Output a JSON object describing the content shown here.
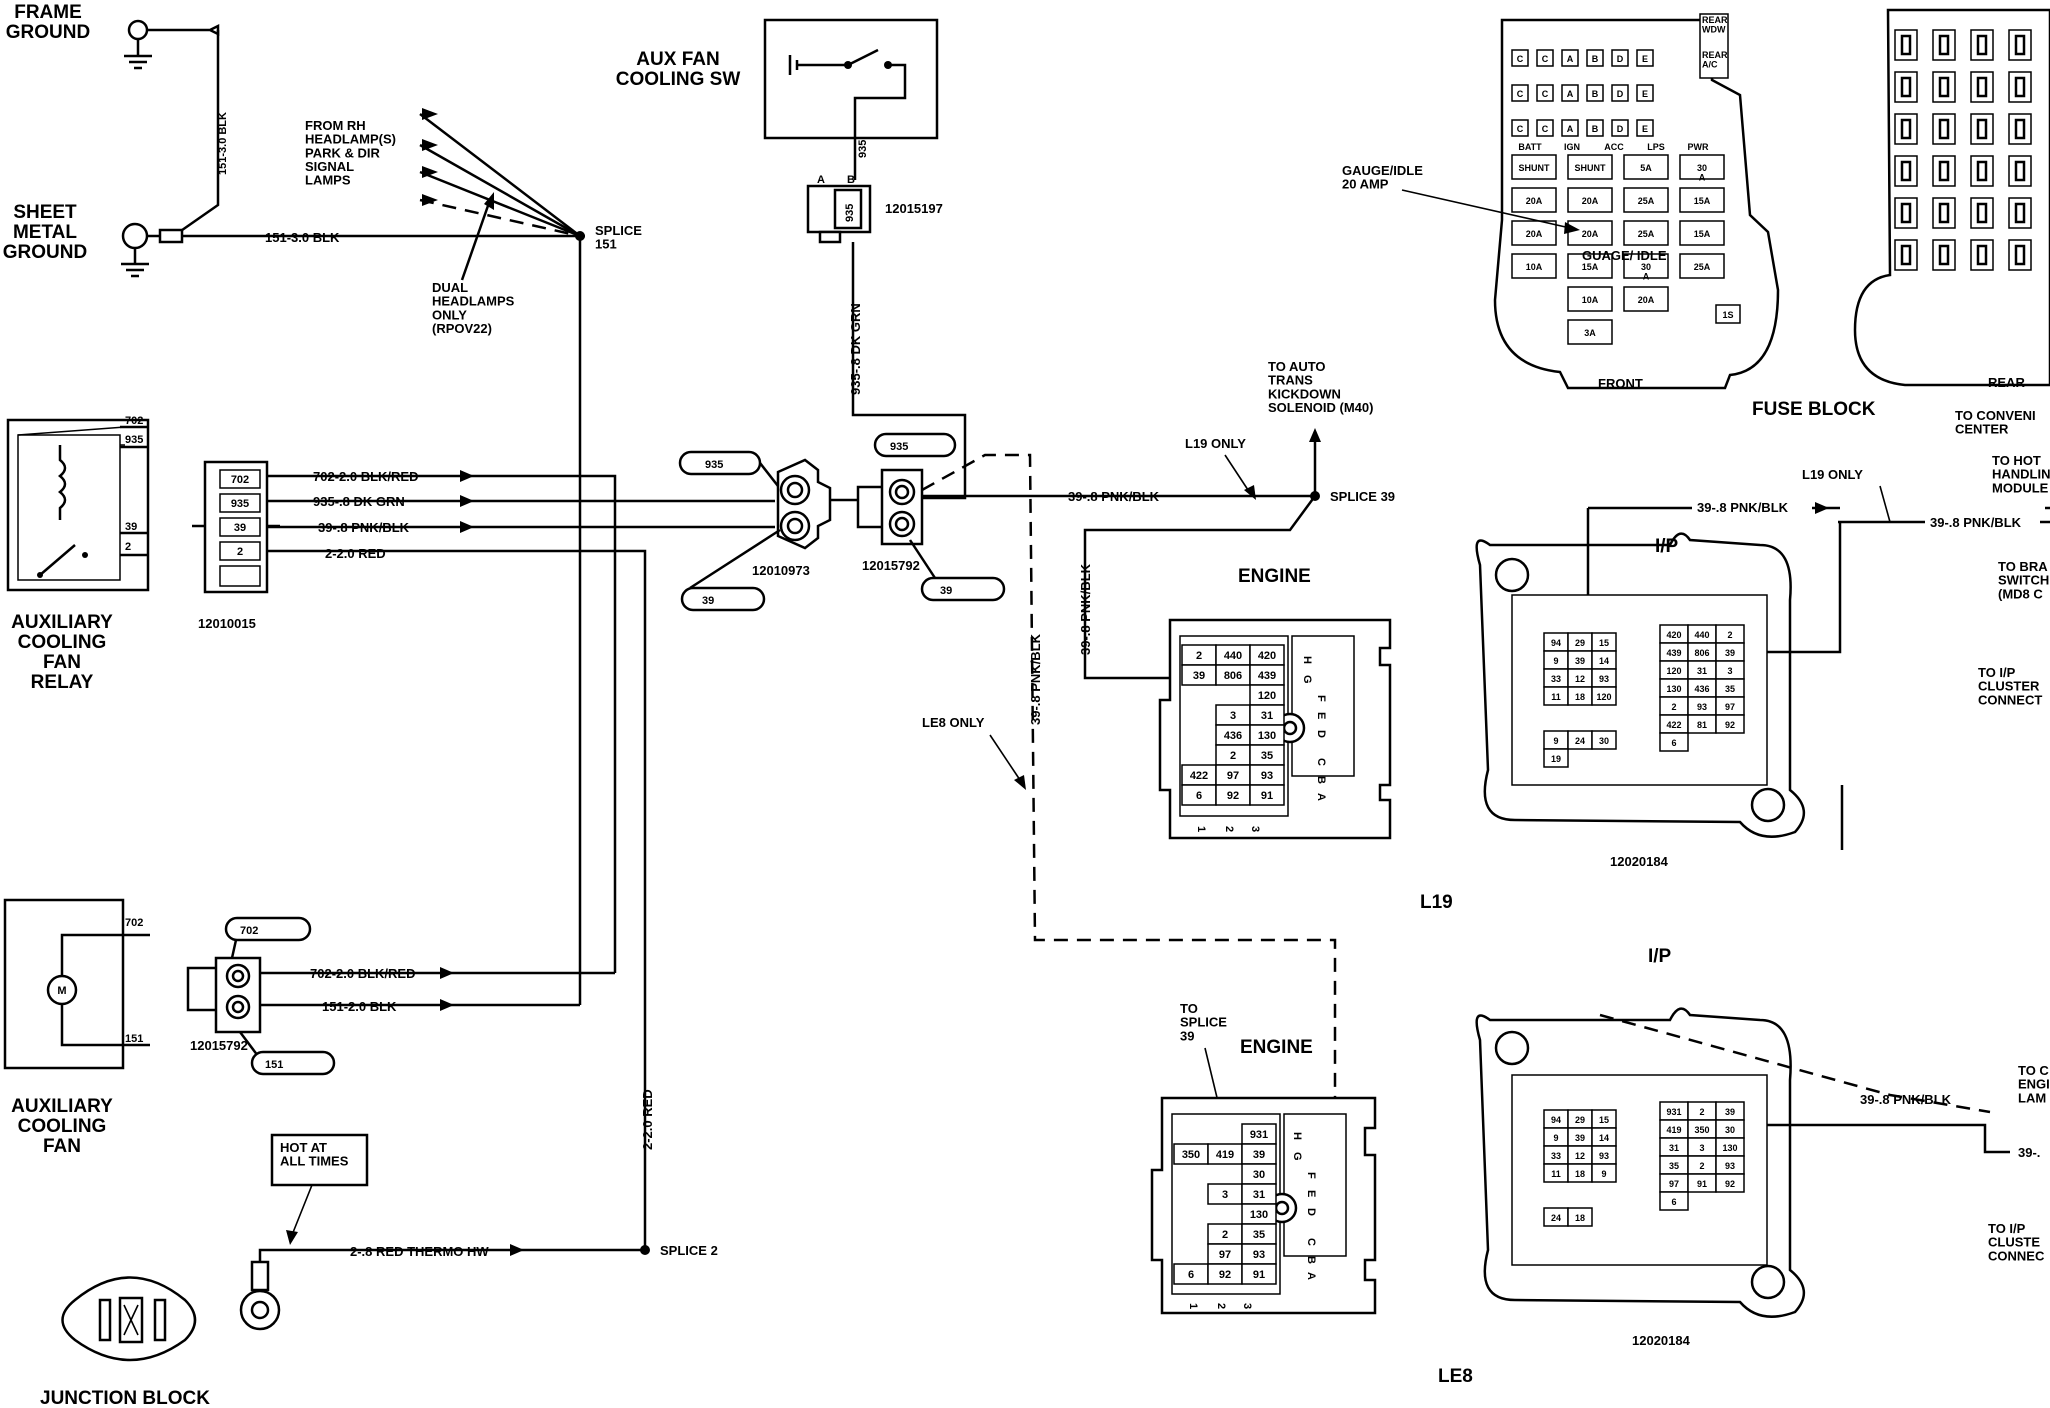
{
  "grounds": {
    "frame": "FRAME\nGROUND",
    "sheet_metal": "SHEET\nMETAL\nGROUND",
    "frame_wire": "151-3.0 BLK",
    "sheet_wire": "151-3.0 BLK"
  },
  "headlamps": {
    "from_label": "FROM RH\nHEADLAMP(S)\nPARK & DIR\nSIGNAL\nLAMPS",
    "dual_label": "DUAL\nHEADLAMPS\nONLY\n(RPOV22)",
    "splice": "SPLICE\n151"
  },
  "aux_fan_switch": {
    "title": "AUX FAN\nCOOLING SW",
    "wire": "935",
    "pin_a": "A",
    "pin_b": "B",
    "connector_code": "935",
    "part": "12015197",
    "down_wire": "935-.8 DK GRN"
  },
  "relay": {
    "title": "AUXILIARY\nCOOLING\nFAN\nRELAY",
    "terminals": [
      "702",
      "935",
      "39",
      "2"
    ],
    "connector_part": "12010015",
    "connector_pins": [
      "702",
      "935",
      "39",
      "2"
    ],
    "wires": [
      "702-2.0 BLK/RED",
      "935-.8 DK GRN",
      "39-.8 PNK/BLK",
      "2-2.0 RED"
    ]
  },
  "inline_connector": {
    "tag_top": "935",
    "tag_bottom": "39",
    "part": "12010973"
  },
  "switch_connector": {
    "tag_top": "935",
    "tag_bottom": "39",
    "part": "12015792",
    "wire": "39-.8 PNK/BLK"
  },
  "fan": {
    "title": "AUXILIARY\nCOOLING\nFAN",
    "motor": "M",
    "terminals": [
      "702",
      "151"
    ],
    "tag_top": "702",
    "tag_bottom": "151",
    "part": "12015792",
    "wires": [
      "702-2.0 BLK/RED",
      "151-2.0 BLK"
    ]
  },
  "junction": {
    "title": "JUNCTION BLOCK",
    "hot_label": "HOT AT\nALL TIMES",
    "wire": "2-.8 RED THERMO HW",
    "vertical_wire": "2-2.0 RED",
    "splice": "SPLICE 2"
  },
  "kickdown": {
    "label": "TO AUTO\nTRANS\nKICKDOWN\nSOLENOID (M40)",
    "l19_only": "L19 ONLY",
    "wire": "39-.8 PNK/BLK",
    "splice": "SPLICE 39",
    "vertical_wire": "39-.8 PNK/BLK",
    "le8_only": "LE8 ONLY",
    "le8_wire": "39-.8 PNK/BLK"
  },
  "engine_top": {
    "title": "ENGINE",
    "rows": [
      [
        "2",
        "440",
        "420"
      ],
      [
        "39",
        "806",
        "439"
      ],
      [
        "120"
      ],
      [
        "3",
        "31"
      ],
      [
        "436",
        "130"
      ],
      [
        "2",
        "35"
      ],
      [
        "422",
        "97",
        "93"
      ],
      [
        "6",
        "92",
        "91"
      ]
    ],
    "letters": [
      "H",
      "G",
      "F",
      "E",
      "D",
      "C",
      "B",
      "A"
    ],
    "numbers": [
      "1",
      "2",
      "3"
    ]
  },
  "engine_bottom": {
    "title": "ENGINE",
    "to_splice": "TO\nSPLICE\n39",
    "rows": [
      [
        "931"
      ],
      [
        "350",
        "419",
        "39"
      ],
      [
        "30"
      ],
      [
        "3",
        "31"
      ],
      [
        "130"
      ],
      [
        "2",
        "35"
      ],
      [
        "97",
        "93"
      ],
      [
        "6",
        "92",
        "91"
      ]
    ],
    "letters": [
      "H",
      "G",
      "F",
      "E",
      "D",
      "C",
      "B",
      "A"
    ],
    "numbers": [
      "1",
      "2",
      "3"
    ]
  },
  "ip_top": {
    "title": "I/P",
    "l19_only": "L19 ONLY",
    "wire1": "39-.8 PNK/BLK",
    "wire2": "39-.8 PNK/BLK",
    "part": "12020184",
    "variant": "L19",
    "left_cells": [
      "94",
      "29",
      "15",
      "9",
      "39",
      "14",
      "33",
      "12",
      "93",
      "11",
      "18",
      "120",
      "9",
      "24",
      "30",
      "19"
    ],
    "right_cells": [
      "420",
      "440",
      "2",
      "439",
      "806",
      "39",
      "120",
      "31",
      "3",
      "130",
      "436",
      "35",
      "2",
      "93",
      "97",
      "422",
      "81",
      "92",
      "6"
    ],
    "to_hot": "TO HOT\nHANDLIN\nMODULE",
    "to_brake": "TO BRA\nSWITCH\n(MD8 C",
    "to_cluster": "TO I/P\nCLUSTER\nCONNECT"
  },
  "ip_bottom": {
    "title": "I/P",
    "wire": "39-.8 PNK/BLK",
    "wire2": "39-.",
    "part": "12020184",
    "variant": "LE8",
    "left_cells": [
      "94",
      "29",
      "15",
      "9",
      "39",
      "14",
      "33",
      "12",
      "93",
      "11",
      "18",
      "9",
      "24",
      "18"
    ],
    "right_cells": [
      "931",
      "2",
      "39",
      "419",
      "350",
      "30",
      "31",
      "3",
      "130",
      "35",
      "2",
      "93",
      "97",
      "91",
      "92",
      "6"
    ],
    "to_engine": "TO C\nENGI\nLAM",
    "to_cluster": "TO I/P\nCLUSTE\nCONNEC"
  },
  "fuse_block": {
    "title": "FUSE BLOCK",
    "front": "FRONT",
    "rear": "REAR",
    "gauge_label": "GAUGE/IDLE\n20 AMP",
    "gauge_inline": "GUAGE/ IDLE",
    "to_convenience": "TO CONVENI\nCENTER",
    "corner_tags": [
      "REAR\nWDW",
      "REAR\nA/C"
    ],
    "letter_rows": [
      [
        "C",
        "C",
        "A",
        "B",
        "D",
        "E"
      ],
      [
        "C",
        "C",
        "A",
        "B",
        "D",
        "E"
      ],
      [
        "C",
        "C",
        "A",
        "B",
        "D",
        "E"
      ]
    ],
    "fuse_headers": [
      "BATT",
      "IGN",
      "ACC",
      "LPS",
      "PWR"
    ],
    "fuses": [
      [
        "SHUNT",
        "SHUNT",
        "5A",
        "30\nA"
      ],
      [
        "20A",
        "20A",
        "25A",
        "15A"
      ],
      [
        "20A",
        "20A",
        "25A",
        "15A"
      ],
      [
        "10A",
        "15A",
        "30\nA",
        "25A"
      ],
      [
        "10A",
        "20A"
      ],
      [
        "3A"
      ]
    ],
    "small_tag": "1S"
  }
}
